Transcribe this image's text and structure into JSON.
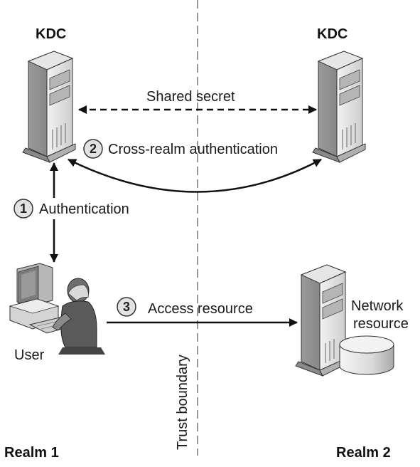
{
  "left": {
    "kdc_label": "KDC",
    "user_label": "User",
    "realm_label": "Realm 1"
  },
  "right": {
    "kdc_label": "KDC",
    "resource_label_line1": "Network",
    "resource_label_line2": "resource",
    "realm_label": "Realm 2"
  },
  "links": {
    "shared_secret": "Shared secret",
    "cross_realm": {
      "step": "2",
      "label": "Cross-realm authentication"
    },
    "authentication": {
      "step": "1",
      "label": "Authentication"
    },
    "access_resource": {
      "step": "3",
      "label": "Access resource"
    }
  },
  "boundary_label": "Trust boundary"
}
